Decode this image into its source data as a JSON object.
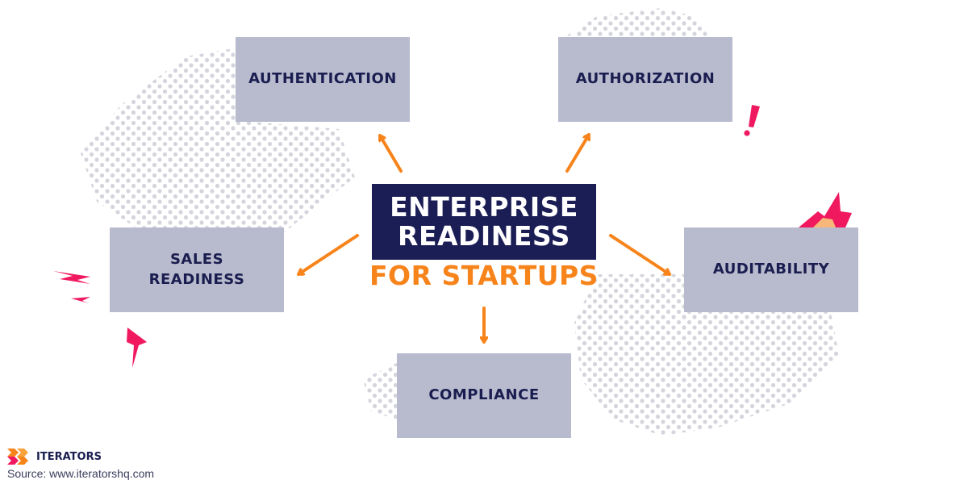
{
  "diagram": {
    "center": {
      "line1": "ENTERPRISE",
      "line2": "READINESS",
      "subtitle": "FOR STARTUPS"
    },
    "nodes": {
      "authentication": "AUTHENTICATION",
      "authorization": "AUTHORIZATION",
      "sales_line1": "SALES",
      "sales_line2": "READINESS",
      "auditability": "AUDITABILITY",
      "compliance": "COMPLIANCE"
    }
  },
  "footer": {
    "brand": "ITERATORS",
    "source": "Source: www.iteratorshq.com"
  },
  "colors": {
    "box_fill": "#b8bacd",
    "box_text": "#1a1d4f",
    "center_fill": "#1b1d55",
    "accent_orange": "#f7841b",
    "accent_pink": "#f0195f",
    "dot_gray": "#d4d5dc"
  },
  "icons": [
    "lightning-bolt-icon",
    "exclamation-icon",
    "flame-icon",
    "iterators-logo-icon"
  ]
}
